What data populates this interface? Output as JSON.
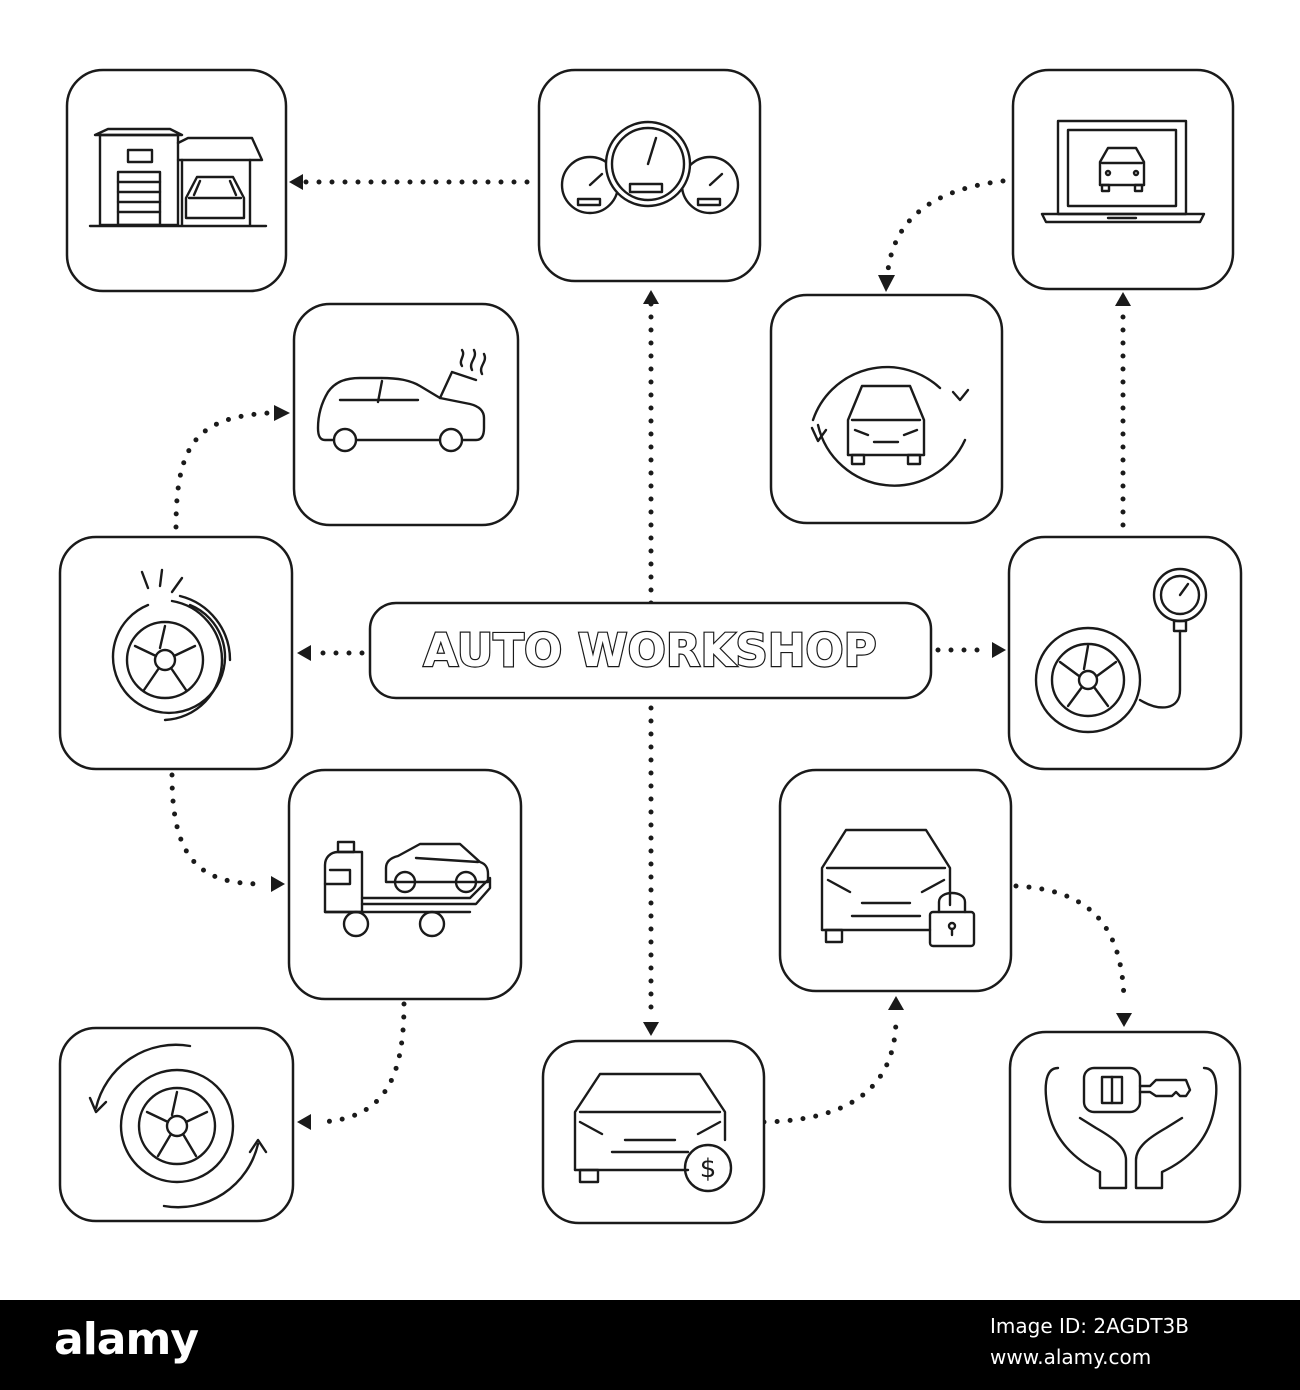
{
  "title": "AUTO WORKSHOP",
  "nodes": [
    {
      "id": "garage",
      "icon": "garage-icon"
    },
    {
      "id": "dashboard",
      "icon": "speedometer-dashboard-icon"
    },
    {
      "id": "online-car",
      "icon": "laptop-car-icon"
    },
    {
      "id": "broken-car",
      "icon": "car-overheating-icon"
    },
    {
      "id": "car-rotation",
      "icon": "car-360-view-icon"
    },
    {
      "id": "brake",
      "icon": "brake-disc-wheel-icon"
    },
    {
      "id": "tire-pressure",
      "icon": "tire-pressure-gauge-icon"
    },
    {
      "id": "tow-truck",
      "icon": "tow-truck-icon"
    },
    {
      "id": "car-lock",
      "icon": "car-lock-icon"
    },
    {
      "id": "tire-change",
      "icon": "tire-rotation-icon"
    },
    {
      "id": "car-price",
      "icon": "car-price-dollar-icon"
    },
    {
      "id": "car-key",
      "icon": "hands-car-key-icon"
    }
  ],
  "price_symbol": "$",
  "colors": {
    "line": "#1a1a1a",
    "background": "#ffffff",
    "footer": "#000000"
  },
  "footer": {
    "logo": "alamy",
    "image_id": "Image ID: 2AGDT3B",
    "site": "www.alamy.com"
  }
}
